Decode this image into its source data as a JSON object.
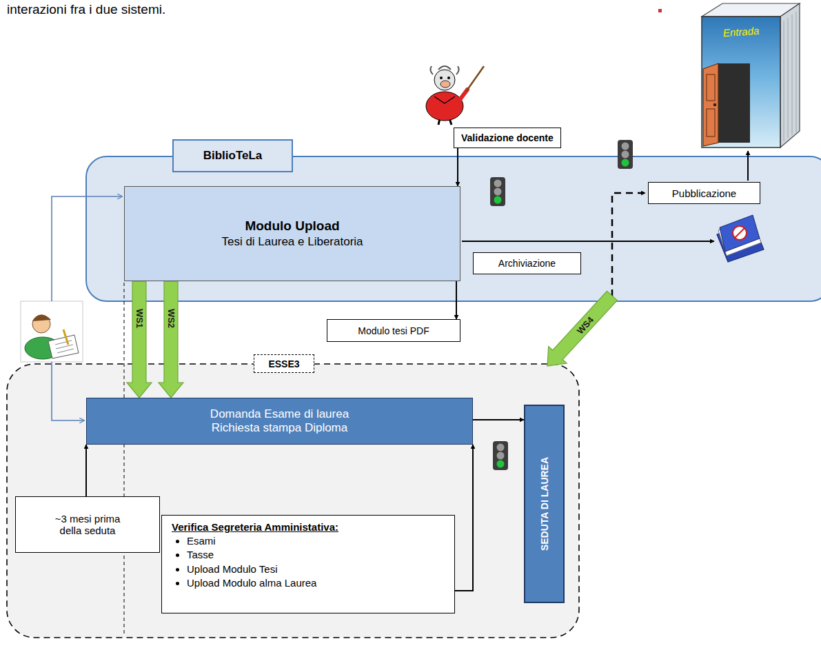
{
  "diagram": {
    "nodes": [
      {
        "text": [
          "BiblioTeLa"
        ]
      },
      {
        "text": [
          "Modulo Upload",
          "Tesi di Laurea e Liberatoria"
        ],
        "in": 0
      },
      {
        "text": [
          "Archiviazione"
        ],
        "in": 0
      },
      {
        "text": [
          "Pubblicazione"
        ],
        "in": 0
      },
      {
        "text": [
          "Validazione docente"
        ]
      },
      {
        "text": [
          "Modulo tesi PDF"
        ]
      },
      {
        "text": [
          "ESSE3"
        ]
      },
      {
        "text": [
          "Domanda Esame di laurea Richiesta stampa Diploma"
        ],
        "in": 6
      },
      {
        "text": [
          "SEDUTA DI LAUREA"
        ],
        "in": 6
      },
      {
        "text": [
          "~3 mesi prima della seduta"
        ],
        "in": 6
      },
      {
        "text": [
          "Verifica Segreteria Amministativa:",
          "Esami",
          "Tasse",
          "Upload Modulo Tesi",
          "Upload Modulo alma Laurea"
        ],
        "in": 6
      }
    ],
    "edges": [
      {
        "from": 4,
        "to": 1,
        "arrow": "to"
      },
      {
        "from": 1,
        "to": 5,
        "arrow": "to"
      },
      {
        "from": 1,
        "to": 7,
        "label": "WS1",
        "arrow": "to"
      },
      {
        "from": 1,
        "to": 7,
        "label": "WS2",
        "arrow": "to"
      },
      {
        "from": 0,
        "to": 6,
        "label": "WS4",
        "arrow": "to"
      },
      {
        "from": 9,
        "to": 7,
        "arrow": "to"
      },
      {
        "from": 10,
        "to": 7,
        "arrow": "to"
      },
      {
        "from": 7,
        "to": 8,
        "arrow": "to"
      }
    ],
    "labels": [
      "interazioni fra i due sistemi.",
      "Entrada"
    ]
  }
}
